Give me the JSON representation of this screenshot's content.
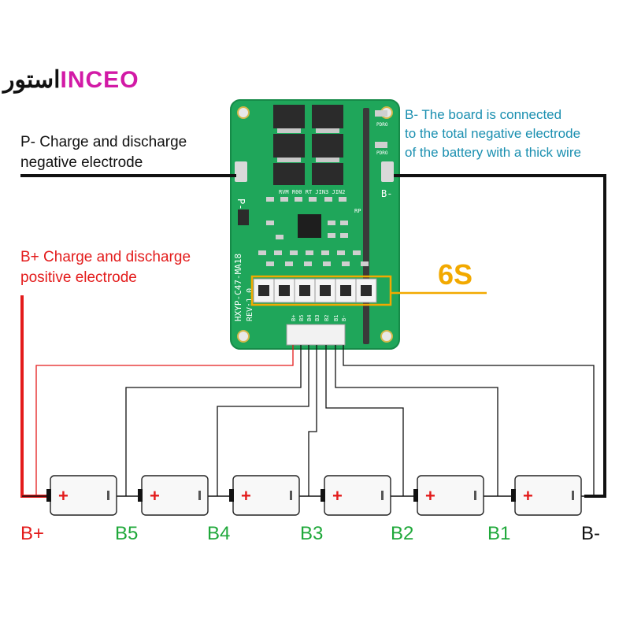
{
  "logo": {
    "text_dark": "استور",
    "text_accent": "INCEO"
  },
  "labels": {
    "p_minus": [
      "P- Charge and discharge",
      "negative electrode"
    ],
    "b_plus": [
      "B+ Charge and discharge",
      "positive electrode"
    ],
    "b_minus": [
      "B- The board is connected",
      "to the total negative electrode",
      "of the battery with a thick wire"
    ],
    "cell_count": "6S"
  },
  "board": {
    "model": "HXYP-C47-MA18",
    "rev": "REV:1.0",
    "pad_p": "P-",
    "pad_b": "B-",
    "connector_pins": [
      "B+",
      "B5",
      "B4",
      "B3",
      "B2",
      "B1",
      "B-"
    ],
    "silk": [
      "RVM",
      "R00",
      "RT",
      "JIN3",
      "JIN2",
      "PDRO",
      "PDRO",
      "RP"
    ]
  },
  "nodes": [
    {
      "label": "B+",
      "color": "#e31b1b"
    },
    {
      "label": "B5",
      "color": "#1fa83a"
    },
    {
      "label": "B4",
      "color": "#1fa83a"
    },
    {
      "label": "B3",
      "color": "#1fa83a"
    },
    {
      "label": "B2",
      "color": "#1fa83a"
    },
    {
      "label": "B1",
      "color": "#1fa83a"
    },
    {
      "label": "B-",
      "color": "#111111"
    }
  ],
  "battery": {
    "plus_symbol": "+",
    "count": 6
  },
  "colors": {
    "pcb": "#1fa65a",
    "positive": "#e31b1b",
    "negative": "#111111",
    "highlight": "#f2a900",
    "cell_green": "#1fa83a",
    "note_blue": "#1a8fb0"
  }
}
